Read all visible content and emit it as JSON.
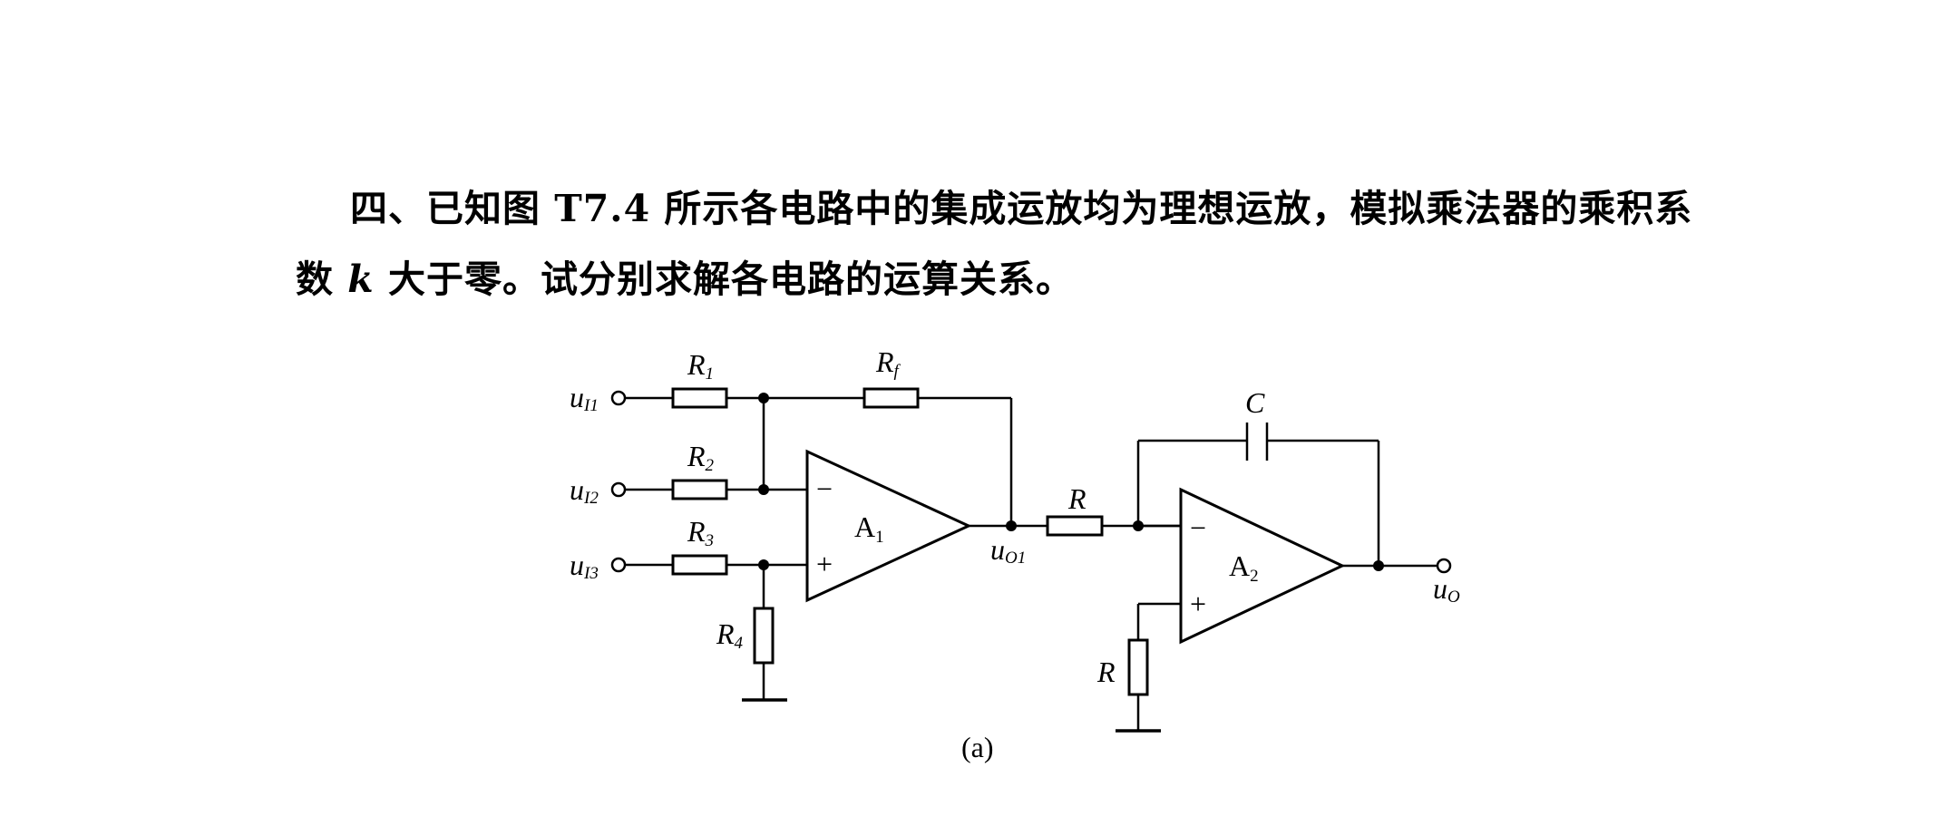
{
  "problem": {
    "line1_prefix": "四、已知图 T7.4 所示各电路中的集成运放均为理想运放，模拟乘法器的乘积系",
    "line2_a": "数 ",
    "line2_k": "k",
    "line2_b": " 大于零。试分别求解各电路的运算关系。"
  },
  "circuit": {
    "input1": {
      "var": "u",
      "sub": "I1"
    },
    "input2": {
      "var": "u",
      "sub": "I2"
    },
    "input3": {
      "var": "u",
      "sub": "I3"
    },
    "r1": {
      "var": "R",
      "sub": "1"
    },
    "r2": {
      "var": "R",
      "sub": "2"
    },
    "r3": {
      "var": "R",
      "sub": "3"
    },
    "r4": {
      "var": "R",
      "sub": "4"
    },
    "rf": {
      "var": "R",
      "sub": "f"
    },
    "r_mid": "R",
    "r_gnd": "R",
    "cap": "C",
    "amp1": {
      "name": "A",
      "sub": "1"
    },
    "amp2": {
      "name": "A",
      "sub": "2"
    },
    "out1": {
      "var": "u",
      "sub": "O1"
    },
    "out": {
      "var": "u",
      "sub": "O"
    },
    "minus": "−",
    "plus": "+",
    "caption": "(a)"
  }
}
